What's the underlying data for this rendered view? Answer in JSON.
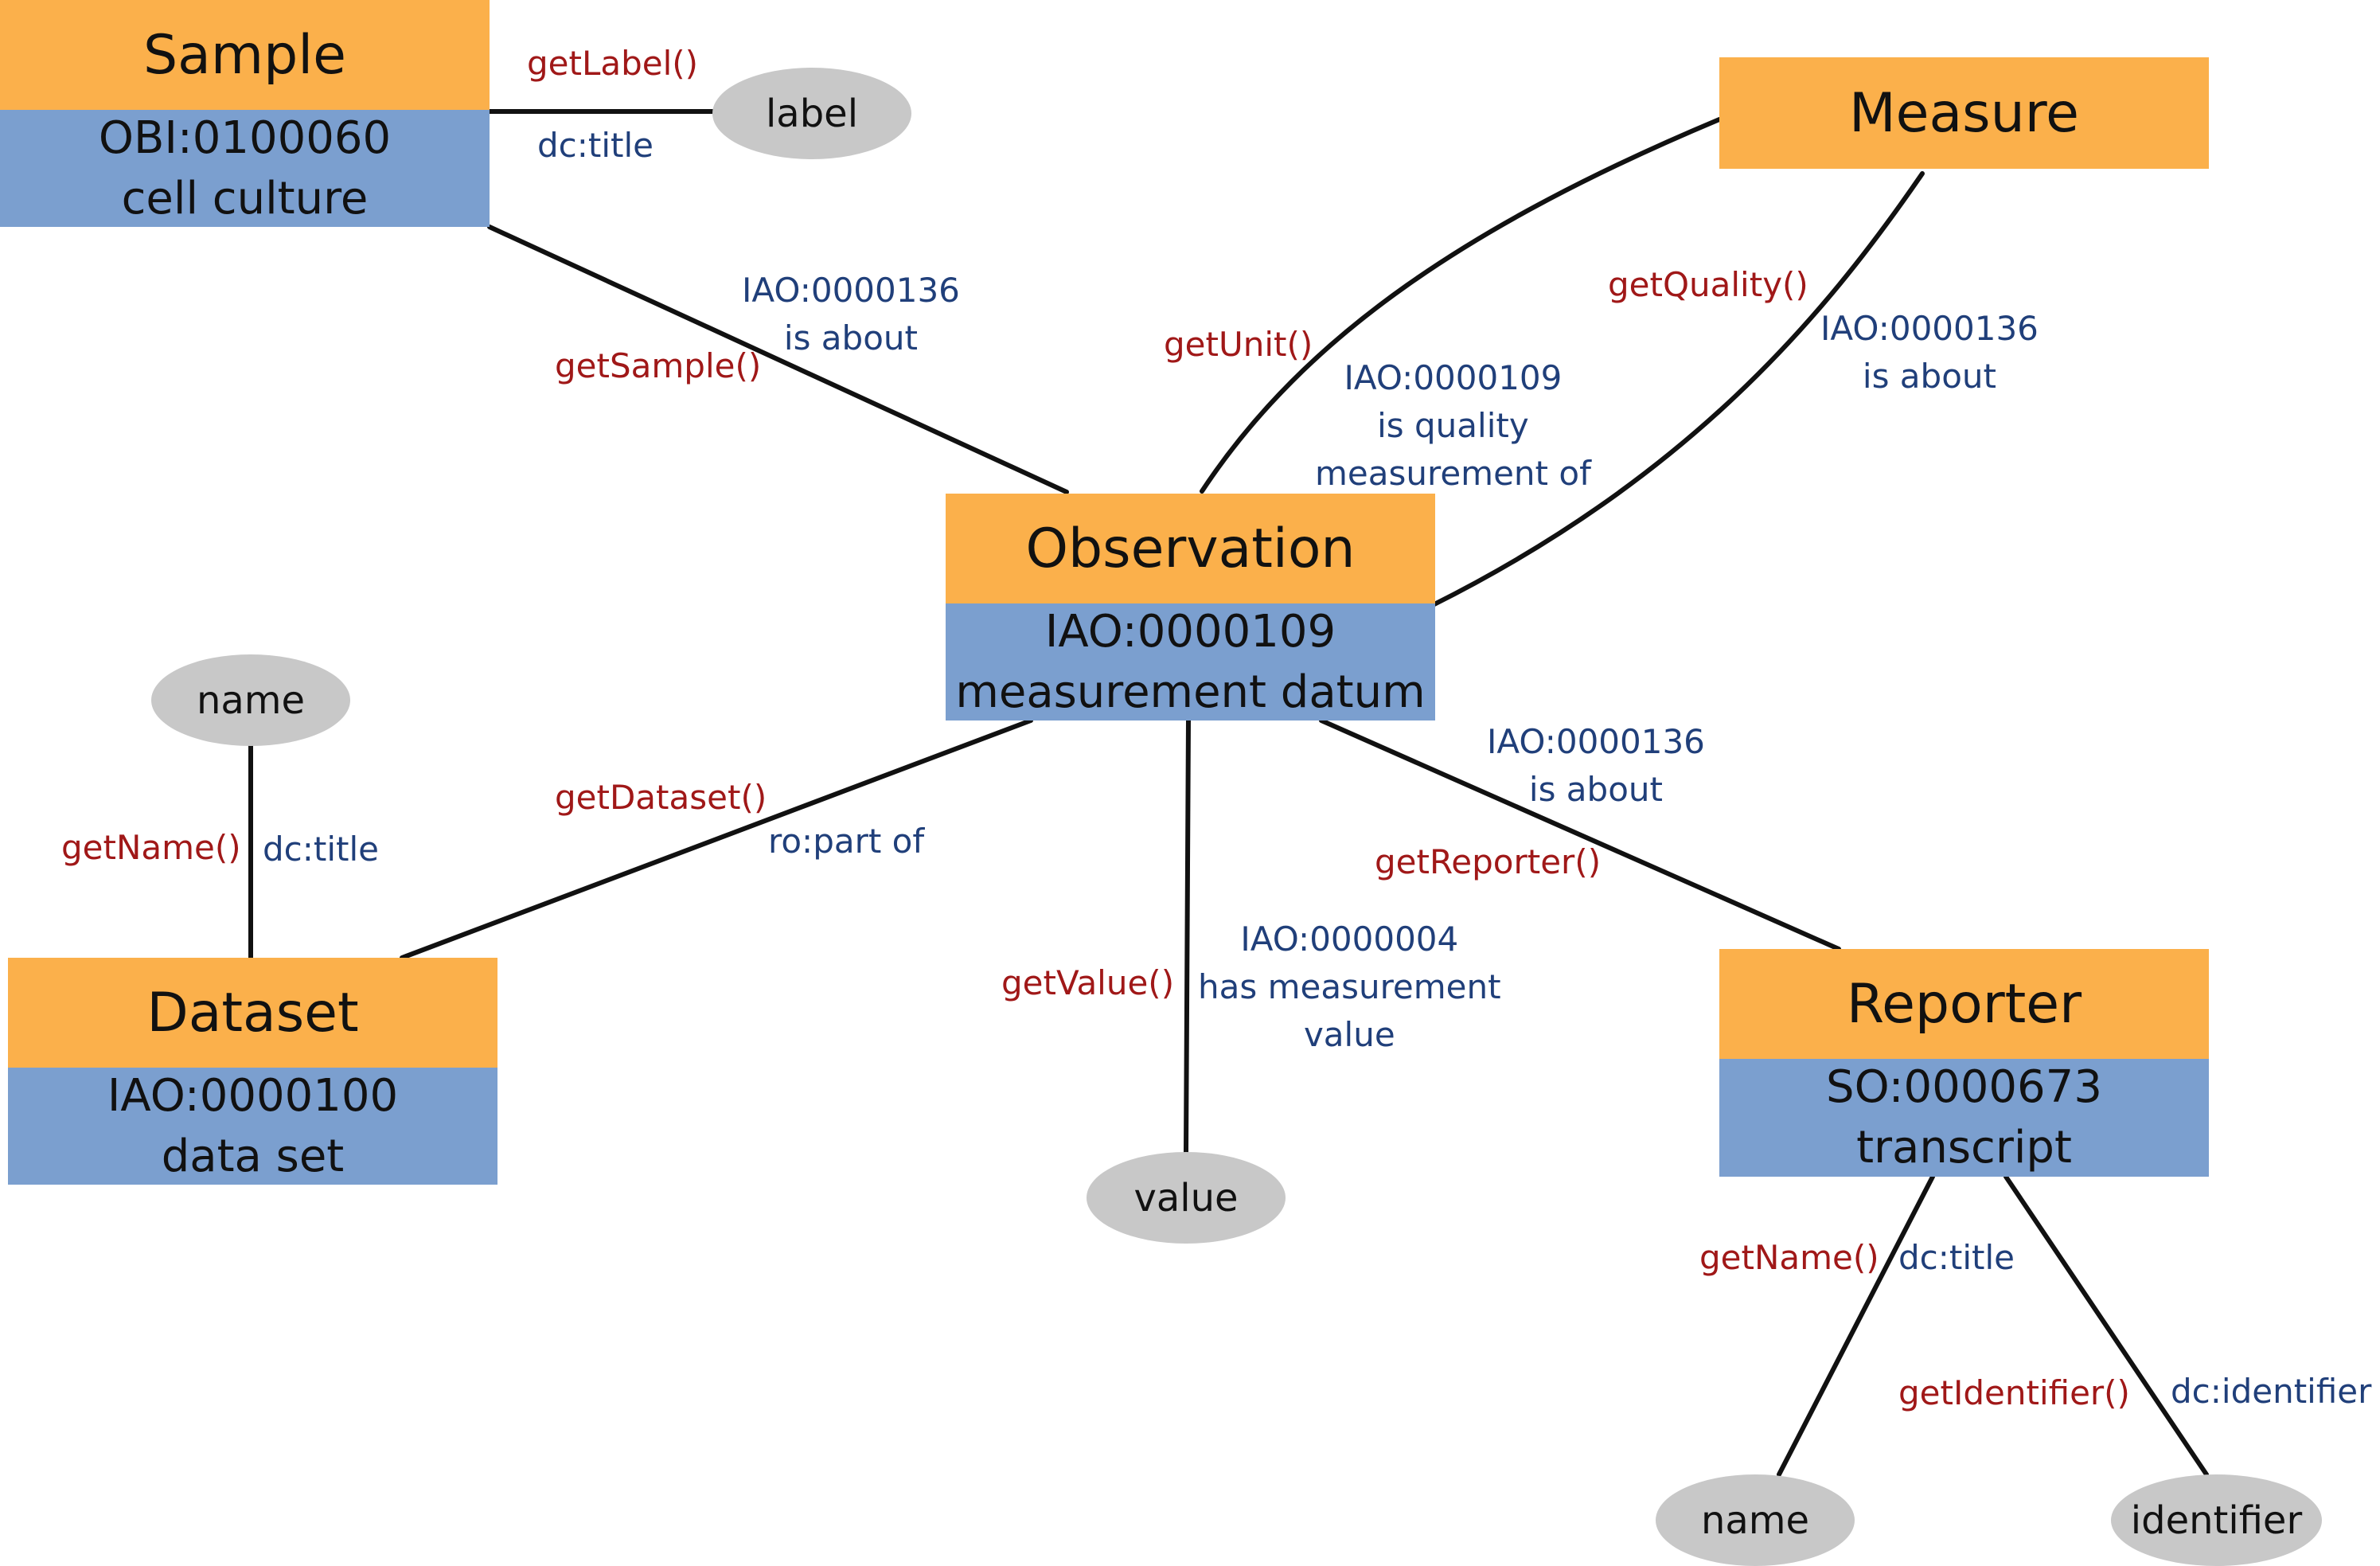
{
  "nodes": {
    "sample": {
      "title": "Sample",
      "id": "OBI:0100060",
      "term": "cell culture"
    },
    "measure": {
      "title": "Measure"
    },
    "observation": {
      "title": "Observation",
      "id": "IAO:0000109",
      "term": "measurement datum"
    },
    "dataset": {
      "title": "Dataset",
      "id": "IAO:0000100",
      "term": "data set"
    },
    "reporter": {
      "title": "Reporter",
      "id": "SO:0000673",
      "term": "transcript"
    }
  },
  "ellipses": {
    "sample_label": "label",
    "dataset_name": "name",
    "value": "value",
    "reporter_name": "name",
    "reporter_identifier": "identifier"
  },
  "edges": {
    "sample_label": {
      "method": "getLabel()",
      "property": [
        "dc:title"
      ]
    },
    "sample": {
      "method": "getSample()",
      "property": [
        "IAO:0000136",
        "is about"
      ]
    },
    "unit": {
      "method": "getUnit()",
      "property": [
        "IAO:0000109",
        "is quality",
        "measurement of"
      ]
    },
    "quality": {
      "method": "getQuality()",
      "property": [
        "IAO:0000136",
        "is about"
      ]
    },
    "dataset_name": {
      "method": "getName()",
      "property": [
        "dc:title"
      ]
    },
    "dataset": {
      "method": "getDataset()",
      "property": [
        "ro:part of"
      ]
    },
    "value": {
      "method": "getValue()",
      "property": [
        "IAO:0000004",
        "has measurement",
        "value"
      ]
    },
    "reporter": {
      "method": "getReporter()",
      "property": [
        "IAO:0000136",
        "is about"
      ]
    },
    "reporter_name": {
      "method": "getName()",
      "property": [
        "dc:title"
      ]
    },
    "reporter_identifier": {
      "method": "getIdentifier()",
      "property": [
        "dc:identifier"
      ]
    }
  },
  "colors": {
    "class_header": "#fbb04b",
    "ontology_term": "#7b9fcf",
    "literal": "#c8c8c8",
    "method_text": "#a01818",
    "property_text": "#203f7a"
  }
}
